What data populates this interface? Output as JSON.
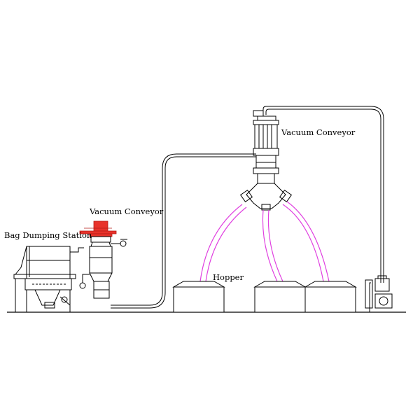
{
  "labels": {
    "bag_dumping_station": "Bag Dumping Station",
    "vacuum_conveyor_small": "Vacuum Conveyor",
    "vacuum_conveyor_large": "Vacuum Conveyor",
    "hopper": "Hopper"
  },
  "colors": {
    "line": "#000000",
    "hose": "#e040e0",
    "motor": "#e8322a",
    "background": "#ffffff"
  }
}
